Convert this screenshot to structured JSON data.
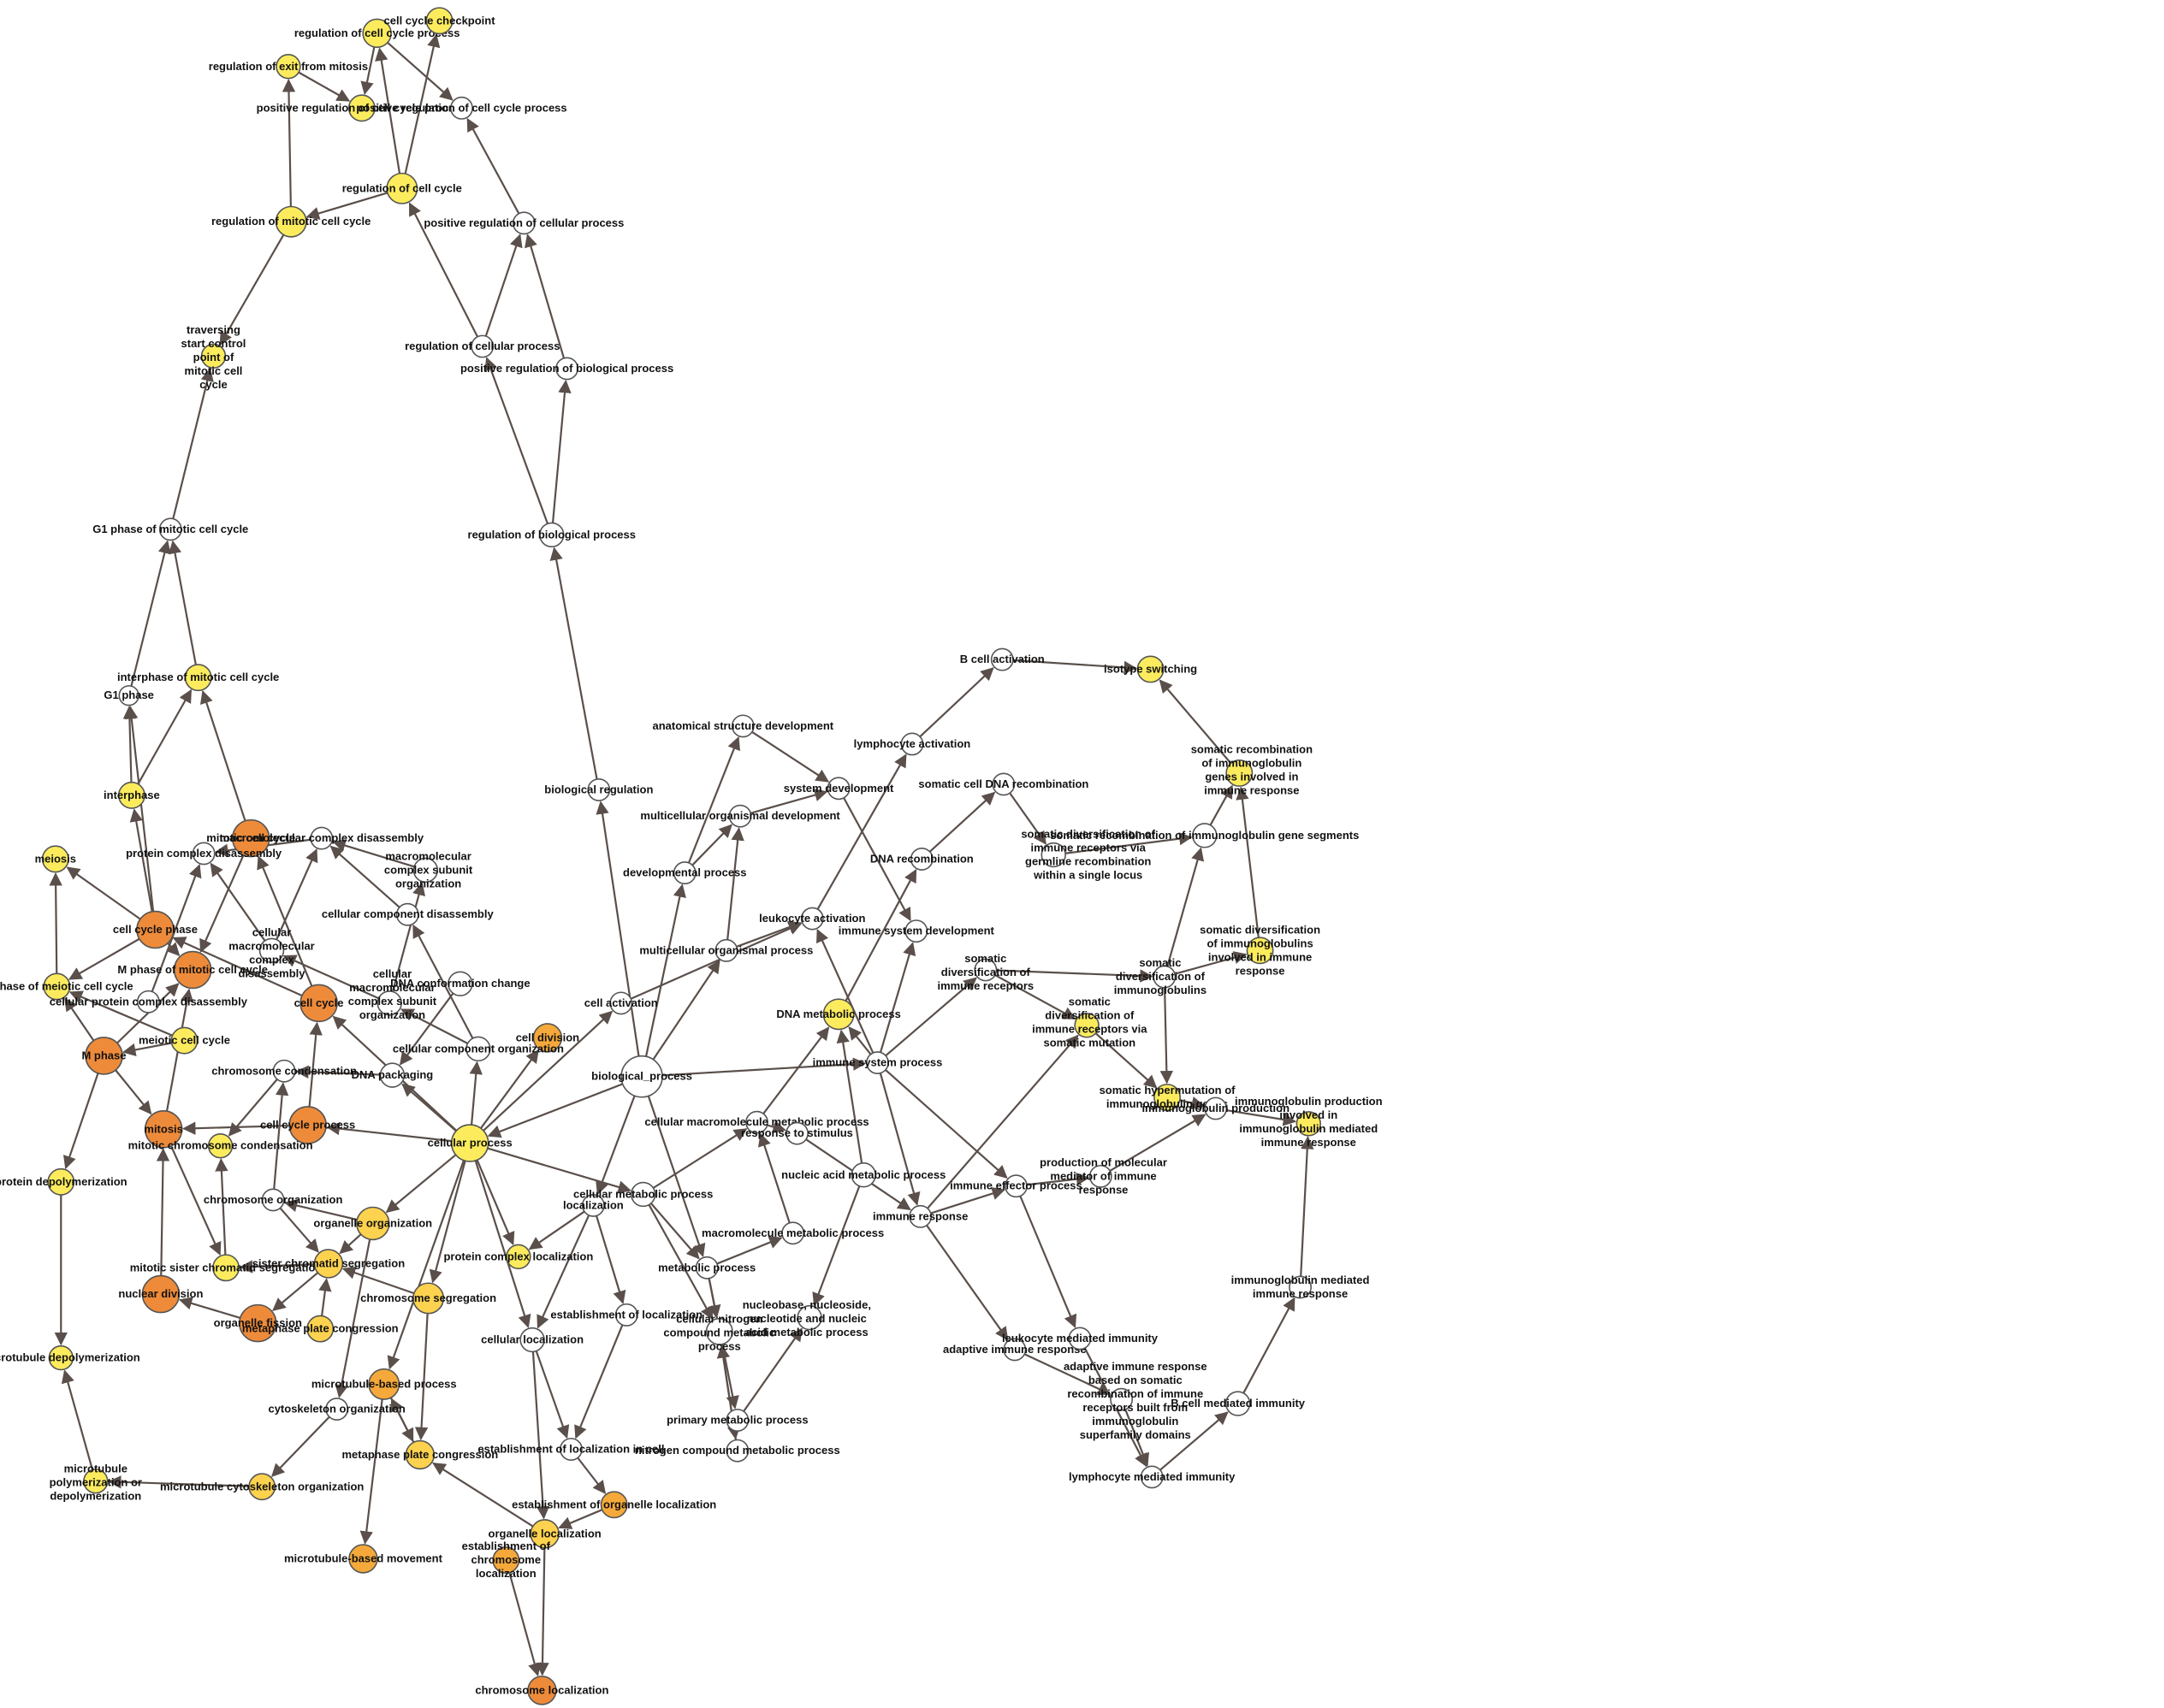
{
  "diagram": {
    "kind": "directed-graph",
    "colors": {
      "edge": "#5a4f4a",
      "node_outline": "#555555",
      "white": "#ffffff",
      "yellow": "#fcec5d",
      "light_orange": "#fdd24e",
      "orange": "#f5a93a",
      "dark_orange": "#ee8b3a",
      "label": "#111111"
    },
    "nodes": [
      {
        "id": "rcc",
        "label": "regulation of cell cycle process",
        "color": "yellow"
      },
      {
        "id": "ccc",
        "label": "cell cycle checkpoint",
        "color": "yellow"
      },
      {
        "id": "rem",
        "label": "regulation of exit from mitosis",
        "color": "yellow"
      },
      {
        "id": "prcc",
        "label": "positive regulation of cell cycle process",
        "color": "yellow"
      },
      {
        "id": "prccp",
        "label": "positive regulation of cell cycle process",
        "color": "white"
      },
      {
        "id": "rcyc",
        "label": "regulation of cell cycle",
        "color": "yellow"
      },
      {
        "id": "rmcc",
        "label": "regulation of mitotic cell cycle",
        "color": "yellow"
      },
      {
        "id": "prcp",
        "label": "positive regulation of cellular process",
        "color": "white"
      },
      {
        "id": "rcp",
        "label": "regulation of cellular process",
        "color": "white"
      },
      {
        "id": "prbp",
        "label": "positive regulation of biological process",
        "color": "white"
      },
      {
        "id": "tsc",
        "label": "traversing start control point of mitotic cell cycle",
        "color": "yellow"
      },
      {
        "id": "rbp",
        "label": "regulation of biological process",
        "color": "white"
      },
      {
        "id": "g1m",
        "label": "G1 phase of mitotic cell cycle",
        "color": "white"
      },
      {
        "id": "imcc",
        "label": "interphase of mitotic cell cycle",
        "color": "yellow"
      },
      {
        "id": "g1",
        "label": "G1 phase",
        "color": "white"
      },
      {
        "id": "ip",
        "label": "interphase",
        "color": "yellow"
      },
      {
        "id": "meiosis",
        "label": "meiosis",
        "color": "yellow"
      },
      {
        "id": "mcc",
        "label": "mitotic cell cycle",
        "color": "dark_orange"
      },
      {
        "id": "mcd",
        "label": "macromolecular complex disassembly",
        "color": "white"
      },
      {
        "id": "pcd",
        "label": "protein complex disassembly",
        "color": "white"
      },
      {
        "id": "mcso",
        "label": "macromolecular complex subunit organization",
        "color": "white"
      },
      {
        "id": "ccp",
        "label": "cell cycle phase",
        "color": "dark_orange"
      },
      {
        "id": "ccd",
        "label": "cellular component disassembly",
        "color": "white"
      },
      {
        "id": "cmcd",
        "label": "cellular macromolecular complex disassembly",
        "color": "white"
      },
      {
        "id": "mpmcc",
        "label": "M phase of mitotic cell cycle",
        "color": "dark_orange"
      },
      {
        "id": "mpmei",
        "label": "M phase of meiotic cell cycle",
        "color": "yellow"
      },
      {
        "id": "cpcd",
        "label": "cellular protein complex disassembly",
        "color": "white"
      },
      {
        "id": "cmcso",
        "label": "cellular macromolecular complex subunit organization",
        "color": "white"
      },
      {
        "id": "dcc",
        "label": "DNA conformation change",
        "color": "white"
      },
      {
        "id": "cellcycle",
        "label": "cell cycle",
        "color": "dark_orange"
      },
      {
        "id": "mcyc",
        "label": "meiotic cell cycle",
        "color": "yellow"
      },
      {
        "id": "mphase",
        "label": "M phase",
        "color": "dark_orange"
      },
      {
        "id": "celldiv",
        "label": "cell division",
        "color": "orange"
      },
      {
        "id": "cco",
        "label": "cellular component organization",
        "color": "white"
      },
      {
        "id": "chrcond",
        "label": "chromosome condensation",
        "color": "white"
      },
      {
        "id": "dnapack",
        "label": "DNA packaging",
        "color": "white"
      },
      {
        "id": "mitosis",
        "label": "mitosis",
        "color": "dark_orange"
      },
      {
        "id": "ccproc",
        "label": "cell cycle process",
        "color": "dark_orange"
      },
      {
        "id": "mchrcond",
        "label": "mitotic chromosome condensation",
        "color": "yellow"
      },
      {
        "id": "cellproc",
        "label": "cellular process",
        "color": "yellow"
      },
      {
        "id": "protdepol",
        "label": "protein depolymerization",
        "color": "yellow"
      },
      {
        "id": "chrorg",
        "label": "chromosome organization",
        "color": "white"
      },
      {
        "id": "orgorg",
        "label": "organelle organization",
        "color": "light_orange"
      },
      {
        "id": "mscs",
        "label": "mitotic sister chromatid segregation",
        "color": "yellow"
      },
      {
        "id": "scs",
        "label": "sister chromatid segregation",
        "color": "light_orange"
      },
      {
        "id": "nucdiv",
        "label": "nuclear division",
        "color": "dark_orange"
      },
      {
        "id": "orgfis",
        "label": "organelle fission",
        "color": "dark_orange"
      },
      {
        "id": "mpc1",
        "label": "metaphase plate congression",
        "color": "light_orange"
      },
      {
        "id": "chrseg",
        "label": "chromosome segregation",
        "color": "light_orange"
      },
      {
        "id": "mtdepol",
        "label": "microtubule depolymerization",
        "color": "yellow"
      },
      {
        "id": "mtbp",
        "label": "microtubule-based process",
        "color": "orange"
      },
      {
        "id": "cytorg",
        "label": "cytoskeleton organization",
        "color": "white"
      },
      {
        "id": "mtpol",
        "label": "microtubule polymerization or depolymerization",
        "color": "yellow"
      },
      {
        "id": "mtcyt",
        "label": "microtubule cytoskeleton organization",
        "color": "light_orange"
      },
      {
        "id": "mpc2",
        "label": "metaphase plate congression",
        "color": "light_orange"
      },
      {
        "id": "mtbm",
        "label": "microtubule-based movement",
        "color": "orange"
      },
      {
        "id": "biolreg",
        "label": "biological regulation",
        "color": "white"
      },
      {
        "id": "cellact",
        "label": "cell activation",
        "color": "white"
      },
      {
        "id": "bioproc",
        "label": "biological_process",
        "color": "white"
      },
      {
        "id": "local",
        "label": "localization",
        "color": "white"
      },
      {
        "id": "cellmet",
        "label": "cellular metabolic process",
        "color": "white"
      },
      {
        "id": "pcl",
        "label": "protein complex localization",
        "color": "yellow"
      },
      {
        "id": "estloc",
        "label": "establishment of localization",
        "color": "white"
      },
      {
        "id": "cellloc",
        "label": "cellular localization",
        "color": "white"
      },
      {
        "id": "estloccell",
        "label": "establishment of localization in cell",
        "color": "white"
      },
      {
        "id": "estorgloc",
        "label": "establishment of organelle localization",
        "color": "orange"
      },
      {
        "id": "orgloc",
        "label": "organelle localization",
        "color": "light_orange"
      },
      {
        "id": "estchrloc",
        "label": "establishment of chromosome localization",
        "color": "orange"
      },
      {
        "id": "chrloc",
        "label": "chromosome localization",
        "color": "dark_orange"
      },
      {
        "id": "asd",
        "label": "anatomical structure development",
        "color": "white"
      },
      {
        "id": "sysdev",
        "label": "system development",
        "color": "white"
      },
      {
        "id": "mod",
        "label": "multicellular organismal development",
        "color": "white"
      },
      {
        "id": "devproc",
        "label": "developmental process",
        "color": "white"
      },
      {
        "id": "mop",
        "label": "multicellular organismal process",
        "color": "white"
      },
      {
        "id": "leuact",
        "label": "leukocyte activation",
        "color": "white"
      },
      {
        "id": "lymact",
        "label": "lymphocyte activation",
        "color": "white"
      },
      {
        "id": "bcellact",
        "label": "B cell activation",
        "color": "white"
      },
      {
        "id": "isoswitch",
        "label": "isotype switching",
        "color": "yellow"
      },
      {
        "id": "scdnarec",
        "label": "somatic cell DNA recombination",
        "color": "white"
      },
      {
        "id": "dnarec",
        "label": "DNA recombination",
        "color": "white"
      },
      {
        "id": "imsysdev",
        "label": "immune system development",
        "color": "white"
      },
      {
        "id": "dnamet",
        "label": "DNA metabolic process",
        "color": "yellow"
      },
      {
        "id": "imsysproc",
        "label": "immune system process",
        "color": "white"
      },
      {
        "id": "cmmp",
        "label": "cellular macromolecule metabolic process",
        "color": "white"
      },
      {
        "id": "respstim",
        "label": "response to stimulus",
        "color": "white"
      },
      {
        "id": "nucacid",
        "label": "nucleic acid metabolic process",
        "color": "white"
      },
      {
        "id": "imresp",
        "label": "immune response",
        "color": "white"
      },
      {
        "id": "mmp",
        "label": "macromolecule metabolic process",
        "color": "white"
      },
      {
        "id": "metproc",
        "label": "metabolic process",
        "color": "white"
      },
      {
        "id": "cncmp",
        "label": "cellular nitrogen compound metabolic process",
        "color": "white"
      },
      {
        "id": "nbnp",
        "label": "nucleobase, nucleoside, nucleotide and nucleic acid metabolic process",
        "color": "white"
      },
      {
        "id": "primmet",
        "label": "primary metabolic process",
        "color": "white"
      },
      {
        "id": "ncmp",
        "label": "nitrogen compound metabolic process",
        "color": "white"
      },
      {
        "id": "scrig",
        "label": "somatic recombination of immunoglobulin genes involved in immune response",
        "color": "yellow"
      },
      {
        "id": "scrigs",
        "label": "somatic recombination of immunoglobulin gene segments",
        "color": "white"
      },
      {
        "id": "sdirgerm",
        "label": "somatic diversification of immune receptors via germline recombination within a single locus",
        "color": "white"
      },
      {
        "id": "sdiig",
        "label": "somatic diversification of immunoglobulins involved in immune response",
        "color": "yellow"
      },
      {
        "id": "sdig",
        "label": "somatic diversification of immunoglobulins",
        "color": "white"
      },
      {
        "id": "sdir",
        "label": "somatic diversification of immune receptors",
        "color": "white"
      },
      {
        "id": "sdirsm",
        "label": "somatic diversification of immune receptors via somatic mutation",
        "color": "yellow"
      },
      {
        "id": "shig",
        "label": "somatic hypermutation of immunoglobulin genes",
        "color": "yellow"
      },
      {
        "id": "igprod",
        "label": "immunoglobulin production",
        "color": "white"
      },
      {
        "id": "igprodim",
        "label": "immunoglobulin production involved in immunoglobulin mediated immune response",
        "color": "yellow"
      },
      {
        "id": "imeff",
        "label": "immune effector process",
        "color": "white"
      },
      {
        "id": "pmmir",
        "label": "production of molecular mediator of immune response",
        "color": "white"
      },
      {
        "id": "igmir",
        "label": "immunoglobulin mediated immune response",
        "color": "white"
      },
      {
        "id": "adimresp",
        "label": "adaptive immune response",
        "color": "white"
      },
      {
        "id": "leumed",
        "label": "leukocyte mediated immunity",
        "color": "white"
      },
      {
        "id": "adimsr",
        "label": "adaptive immune response based on somatic recombination of immune receptors built from immunoglobulin superfamily domains",
        "color": "white"
      },
      {
        "id": "bcellmed",
        "label": "B cell mediated immunity",
        "color": "white"
      },
      {
        "id": "lymmed",
        "label": "lymphocyte mediated immunity",
        "color": "white"
      }
    ]
  }
}
